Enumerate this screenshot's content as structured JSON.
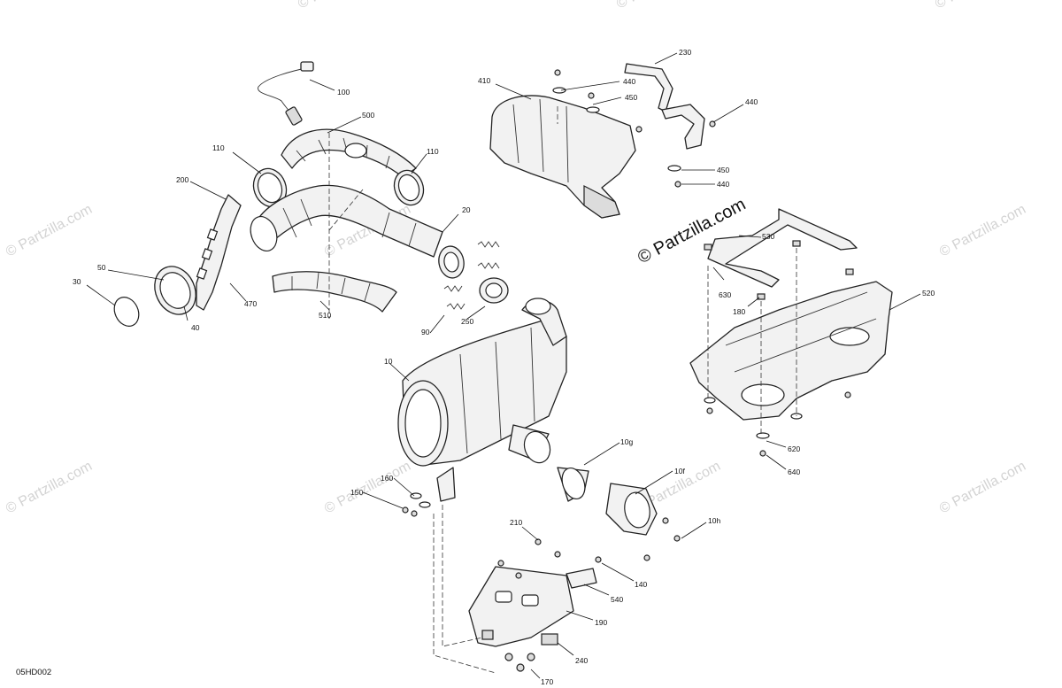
{
  "diagram_code": "05HD002",
  "watermark": "© Partzilla.com",
  "brand": "© Partzilla.com",
  "callouts": [
    "100",
    "500",
    "110",
    "110",
    "200",
    "20",
    "50",
    "30",
    "470",
    "40",
    "510",
    "250",
    "90",
    "410",
    "440",
    "450",
    "230",
    "440",
    "450",
    "440",
    "530",
    "630",
    "180",
    "520",
    "10",
    "10g",
    "10f",
    "10h",
    "160",
    "150",
    "210",
    "140",
    "540",
    "190",
    "240",
    "170",
    "620",
    "640"
  ]
}
